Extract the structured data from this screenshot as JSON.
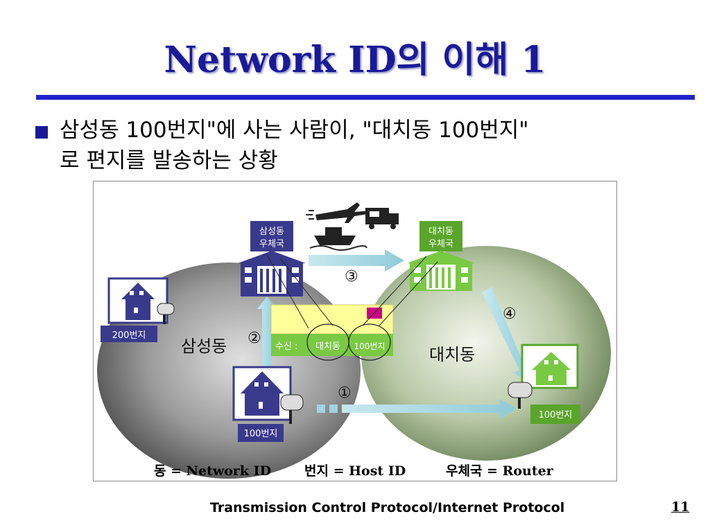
{
  "slide": {
    "title": "Network ID의 이해 1",
    "bullet": {
      "line1": "삼성동 100번지\"에 사는 사람이, \"대치동 100번지\"",
      "line2": "로 편지를 발송하는 상황"
    },
    "footer": "Transmission Control Protocol/Internet Protocol",
    "page_number": "11"
  },
  "diagram": {
    "left_network_label": "삼성동",
    "right_network_label": "대치동",
    "left_post_office": {
      "line1": "삼성동",
      "line2": "우체국"
    },
    "right_post_office": {
      "line1": "대치동",
      "line2": "우체국"
    },
    "house_200_label": "200번지",
    "house_100_sender_label": "100번지",
    "house_100_receiver_label": "100번지",
    "envelope": {
      "prefix": "수신 :",
      "dong": "대치동",
      "beonji": "100번지"
    },
    "steps": [
      "①",
      "②",
      "③",
      "④"
    ],
    "legend": {
      "dong": "동 = Network ID",
      "beonji": "번지 = Host ID",
      "post_office": "우체국 = Router"
    }
  },
  "colors": {
    "title": "#1a1a99",
    "rule": "#2222cc",
    "left_network": "#6e6e6e",
    "right_network": "#8ea37a",
    "samsung_building": "#3a3a8c",
    "daechi_building": "#7ac943",
    "arrow": "#9fd4e0",
    "envelope": "#ffff99",
    "stamp": "#cc0088"
  },
  "icons": [
    "airplane-icon",
    "truck-icon",
    "ship-icon",
    "house-icon",
    "mailbox-icon",
    "post-office-icon",
    "envelope-icon"
  ]
}
